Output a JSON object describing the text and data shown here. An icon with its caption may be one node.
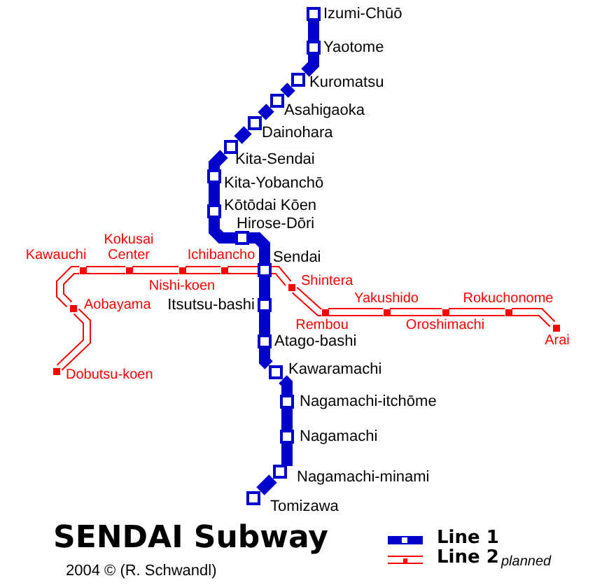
{
  "diagram": {
    "title": "SENDAI Subway",
    "nodes": [
      {
        "text": [],
        "shape": "square",
        "beside": [
          "Izumi-Chūō"
        ]
      },
      {
        "text": [],
        "shape": "square",
        "beside": [
          "Yaotome"
        ]
      },
      {
        "text": [],
        "shape": "square",
        "beside": [
          "Kuromatsu"
        ]
      },
      {
        "text": [],
        "shape": "square",
        "beside": [
          "Asahigaoka"
        ]
      },
      {
        "text": [],
        "shape": "square",
        "beside": [
          "Dainohara"
        ]
      },
      {
        "text": [],
        "shape": "square",
        "beside": [
          "Kita-Sendai"
        ]
      },
      {
        "text": [],
        "shape": "square",
        "beside": [
          "Kita-Yobanchō"
        ]
      },
      {
        "text": [],
        "shape": "square",
        "beside": [
          "Kōtōdai Kōen"
        ]
      },
      {
        "text": [],
        "shape": "square",
        "beside": [
          "Hirose-Dōri"
        ]
      },
      {
        "text": [],
        "shape": "square",
        "beside": [
          "Sendai"
        ]
      },
      {
        "text": [],
        "shape": "square",
        "beside": [
          "Itsutsu-bashi"
        ]
      },
      {
        "text": [],
        "shape": "square",
        "beside": [
          "Atago-bashi"
        ]
      },
      {
        "text": [],
        "shape": "square",
        "beside": [
          "Kawaramachi"
        ]
      },
      {
        "text": [],
        "shape": "square",
        "beside": [
          "Nagamachi-itchōme"
        ]
      },
      {
        "text": [],
        "shape": "square",
        "beside": [
          "Nagamachi"
        ]
      },
      {
        "text": [],
        "shape": "square",
        "beside": [
          "Nagamachi-minami"
        ]
      },
      {
        "text": [],
        "shape": "square",
        "beside": [
          "Tomizawa"
        ]
      },
      {
        "text": [],
        "shape": "dot",
        "beside": [
          "Dobutsu-koen"
        ]
      },
      {
        "text": [],
        "shape": "dot",
        "beside": [
          "Aobayama"
        ]
      },
      {
        "text": [],
        "shape": "dot",
        "beside": [
          "Kawauchi"
        ]
      },
      {
        "text": [],
        "shape": "dot",
        "beside": [
          "Kokusai Center"
        ]
      },
      {
        "text": [],
        "shape": "dot",
        "beside": [
          "Nishi-koen"
        ]
      },
      {
        "text": [],
        "shape": "dot",
        "beside": [
          "Ichibancho"
        ]
      },
      {
        "text": [],
        "shape": "dot",
        "beside": [
          "Shintera"
        ]
      },
      {
        "text": [],
        "shape": "dot",
        "beside": [
          "Rembou"
        ]
      },
      {
        "text": [],
        "shape": "dot",
        "beside": [
          "Yakushido"
        ]
      },
      {
        "text": [],
        "shape": "dot",
        "beside": [
          "Oroshimachi"
        ]
      },
      {
        "text": [],
        "shape": "dot",
        "beside": [
          "Rokuchonome"
        ]
      },
      {
        "text": [],
        "shape": "dot",
        "beside": [
          "Arai"
        ]
      }
    ],
    "edges": [
      {
        "from": 0,
        "to": 1,
        "arrow": "none"
      },
      {
        "from": 1,
        "to": 2,
        "arrow": "none"
      },
      {
        "from": 2,
        "to": 3,
        "arrow": "none"
      },
      {
        "from": 3,
        "to": 4,
        "arrow": "none"
      },
      {
        "from": 4,
        "to": 5,
        "arrow": "none"
      },
      {
        "from": 5,
        "to": 6,
        "arrow": "none"
      },
      {
        "from": 6,
        "to": 7,
        "arrow": "none"
      },
      {
        "from": 7,
        "to": 8,
        "arrow": "none"
      },
      {
        "from": 8,
        "to": 9,
        "arrow": "none"
      },
      {
        "from": 9,
        "to": 10,
        "arrow": "none"
      },
      {
        "from": 10,
        "to": 11,
        "arrow": "none"
      },
      {
        "from": 11,
        "to": 12,
        "arrow": "none"
      },
      {
        "from": 12,
        "to": 13,
        "arrow": "none"
      },
      {
        "from": 13,
        "to": 14,
        "arrow": "none"
      },
      {
        "from": 14,
        "to": 15,
        "arrow": "none"
      },
      {
        "from": 15,
        "to": 16,
        "arrow": "none"
      },
      {
        "from": 17,
        "to": 18,
        "arrow": "none",
        "color": "#ff0000"
      },
      {
        "from": 18,
        "to": 19,
        "arrow": "none",
        "color": "#ff0000"
      },
      {
        "from": 19,
        "to": 20,
        "arrow": "none",
        "color": "#ff0000"
      },
      {
        "from": 20,
        "to": 21,
        "arrow": "none",
        "color": "#ff0000"
      },
      {
        "from": 21,
        "to": 22,
        "arrow": "none",
        "color": "#ff0000"
      },
      {
        "from": 22,
        "to": 9,
        "arrow": "none",
        "color": "#ff0000"
      },
      {
        "from": 9,
        "to": 23,
        "arrow": "none",
        "color": "#ff0000"
      },
      {
        "from": 23,
        "to": 24,
        "arrow": "none",
        "color": "#ff0000"
      },
      {
        "from": 24,
        "to": 25,
        "arrow": "none",
        "color": "#ff0000"
      },
      {
        "from": 25,
        "to": 26,
        "arrow": "none",
        "color": "#ff0000"
      },
      {
        "from": 26,
        "to": 27,
        "arrow": "none",
        "color": "#ff0000"
      },
      {
        "from": 27,
        "to": 28,
        "arrow": "none",
        "color": "#ff0000"
      }
    ],
    "labels": [
      "planned",
      "2004 © (R. Schwandl)"
    ],
    "legend": [
      {
        "text": "Line 1"
      },
      {
        "text": "Line 2"
      }
    ]
  }
}
